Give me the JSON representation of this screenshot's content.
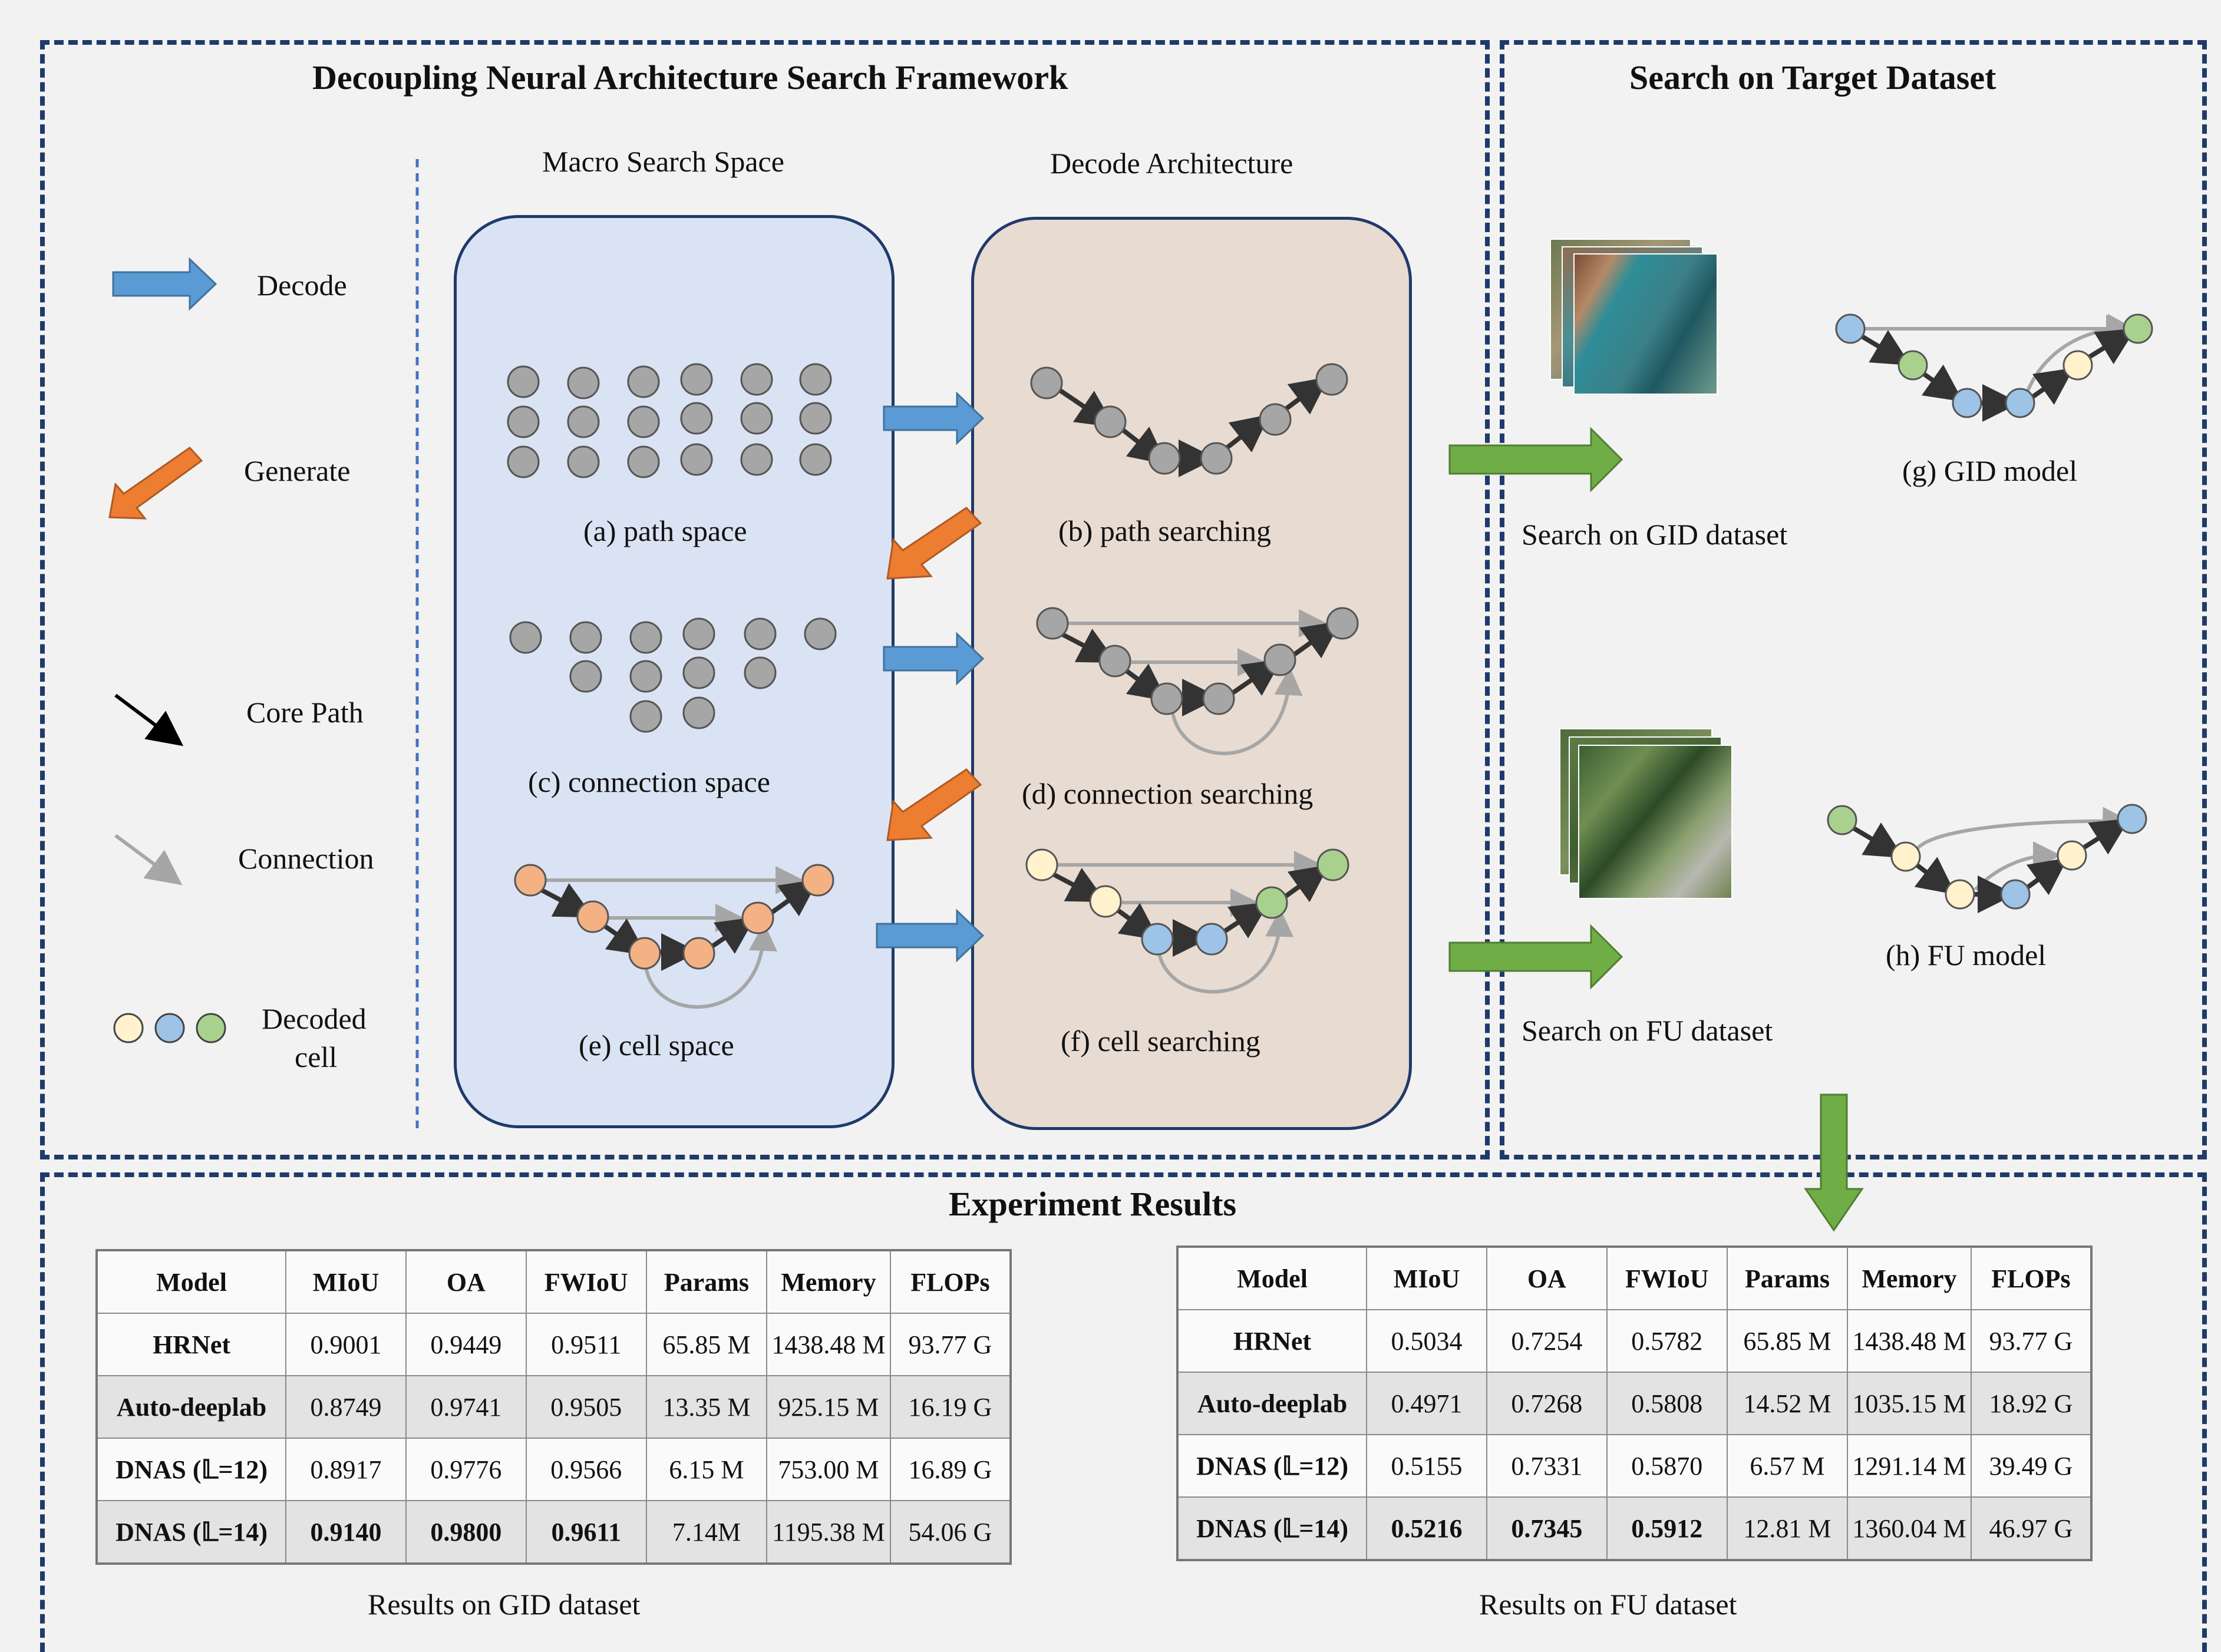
{
  "framework": {
    "title": "Decoupling Neural Architecture Search Framework",
    "macro_title": "Macro Search Space",
    "decode_title": "Decode Architecture",
    "legend": {
      "decode": "Decode",
      "generate": "Generate",
      "core_path": "Core Path",
      "connection": "Connection",
      "decoded_cell_1": "Decoded",
      "decoded_cell_2": "cell"
    },
    "captions": {
      "a": "(a)  path space",
      "b": "(b)  path searching",
      "c": "(c)  connection space",
      "d": "(d)  connection searching",
      "e": "(e)  cell space",
      "f": "(f)  cell searching"
    }
  },
  "target": {
    "title": "Search on Target Dataset",
    "gid_search": "Search on GID dataset",
    "gid_model": "(g) GID model",
    "fu_search": "Search on FU dataset",
    "fu_model": "(h) FU model"
  },
  "results": {
    "title": "Experiment Results",
    "headers": [
      "Model",
      "MIoU",
      "OA",
      "FWIoU",
      "Params",
      "Memory",
      "FLOPs"
    ],
    "gid": {
      "caption": "Results on GID dataset",
      "rows": [
        [
          "HRNet",
          "0.9001",
          "0.9449",
          "0.9511",
          "65.85 M",
          "1438.48 M",
          "93.77 G"
        ],
        [
          "Auto-deeplab",
          "0.8749",
          "0.9741",
          "0.9505",
          "13.35 M",
          "925.15 M",
          "16.19 G"
        ],
        [
          "DNAS (𝕃=12)",
          "0.8917",
          "0.9776",
          "0.9566",
          "6.15 M",
          "753.00 M",
          "16.89 G"
        ],
        [
          "DNAS (𝕃=14)",
          "0.9140",
          "0.9800",
          "0.9611",
          "7.14M",
          "1195.38 M",
          "54.06 G"
        ]
      ]
    },
    "fu": {
      "caption": "Results on FU dataset",
      "rows": [
        [
          "HRNet",
          "0.5034",
          "0.7254",
          "0.5782",
          "65.85 M",
          "1438.48 M",
          "93.77 G"
        ],
        [
          "Auto-deeplab",
          "0.4971",
          "0.7268",
          "0.5808",
          "14.52 M",
          "1035.15 M",
          "18.92 G"
        ],
        [
          "DNAS (𝕃=12)",
          "0.5155",
          "0.7331",
          "0.5870",
          "6.57 M",
          "1291.14 M",
          "39.49 G"
        ],
        [
          "DNAS (𝕃=14)",
          "0.5216",
          "0.7345",
          "0.5912",
          "12.81 M",
          "1360.04 M",
          "46.97 G"
        ]
      ]
    }
  },
  "colors": {
    "panel_border": "#1f3a6b",
    "macro_fill": "#dae3f3",
    "decode_fill": "#e8dbd1",
    "decode_arrow": "#5b9bd5",
    "generate_arrow": "#ed7d31",
    "search_arrow": "#70ad47",
    "node_gray": "#a6a6a6",
    "node_orange": "#f4b183",
    "node_yellow": "#fff2cc",
    "node_blue": "#9dc3e6",
    "node_green": "#a9d18e"
  }
}
